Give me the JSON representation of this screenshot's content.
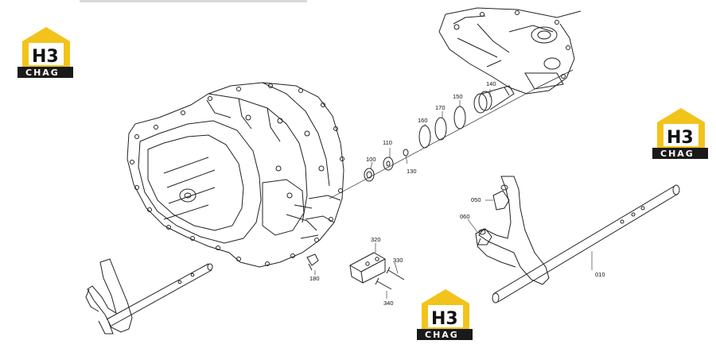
{
  "watermark": {
    "h3_text": "H3",
    "brand_text": "CHAG",
    "house_color": "#f2c31a",
    "band_color": "#1a1a1a"
  },
  "parts": {
    "p010": "010",
    "p050": "050",
    "p060": "060",
    "p100": "100",
    "p110": "110",
    "p130": "130",
    "p140": "140",
    "p150": "150",
    "p160": "160",
    "p170": "170",
    "p180": "180",
    "p320": "320",
    "p330": "330",
    "p340": "340"
  }
}
